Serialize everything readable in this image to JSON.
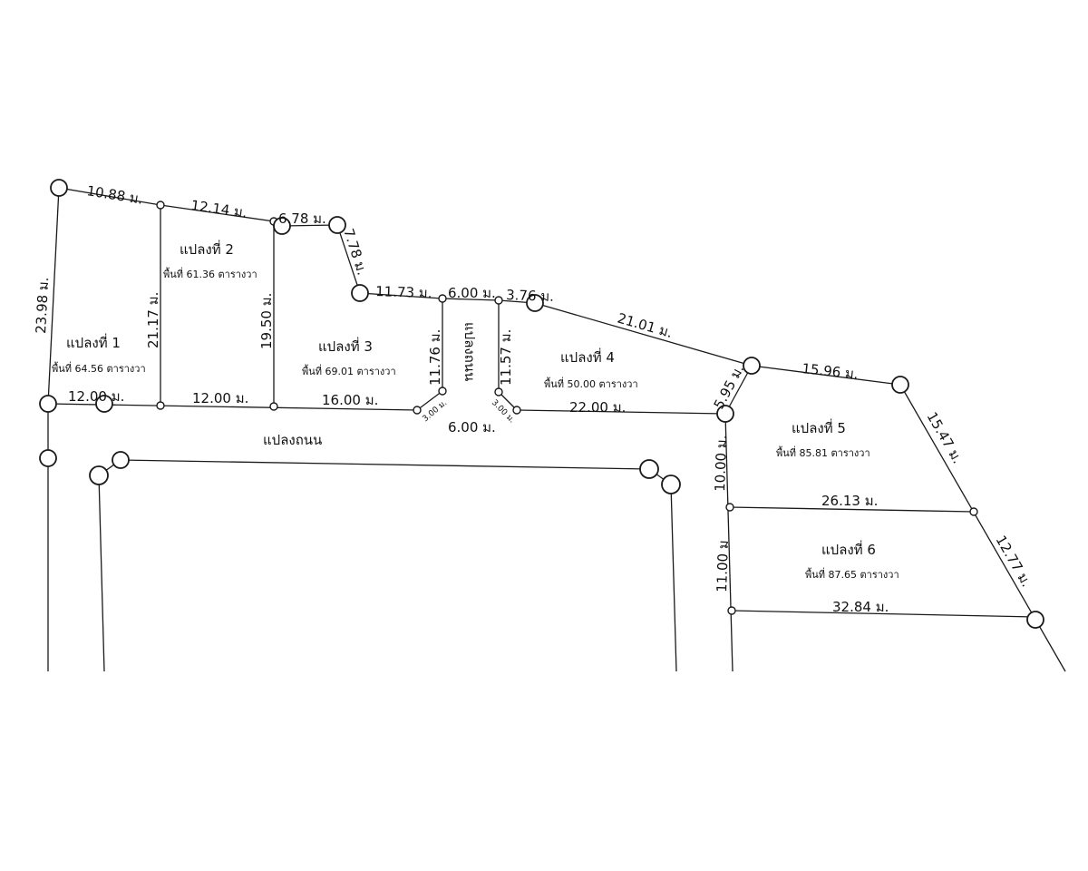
{
  "parcels": [
    {
      "label": "แปลงที่ 1",
      "area": "พื้นที่ 64.56 ตารางวา"
    },
    {
      "label": "แปลงที่ 2",
      "area": "พื้นที่ 61.36 ตารางวา"
    },
    {
      "label": "แปลงที่ 3",
      "area": "พื้นที่ 69.01 ตารางวา"
    },
    {
      "label": "แปลงที่ 4",
      "area": "พื้นที่ 50.00 ตารางวา"
    },
    {
      "label": "แปลงที่ 5",
      "area": "พื้นที่ 85.81 ตารางวา"
    },
    {
      "label": "แปลงที่ 6",
      "area": "พื้นที่ 87.65 ตารางวา"
    }
  ],
  "road_labels": {
    "main": "แปลงถนน",
    "vertical": "แปลงถนน"
  },
  "dimensions": {
    "top_1": "10.88 ม.",
    "top_2": "12.14 ม.",
    "top_3": "6.78 ม.",
    "top_4": "7.78 ม.",
    "top_5": "11.73 ม.",
    "top_6": "6.00 ม.",
    "top_7": "3.76 ม.",
    "top_8": "21.01 ม.",
    "top_9": "15.96 ม.",
    "left_side": "23.98 ม.",
    "div_1_2": "21.17 ม.",
    "div_2_3": "19.50 ม.",
    "road_left": "11.76 ม.",
    "road_right": "11.57 ม.",
    "bottom_1": "12.00 ม.",
    "bottom_2": "12.00 ม.",
    "bottom_3": "16.00 ม.",
    "corner_left": "3.00 ม.",
    "corner_right": "3.00 ม.",
    "road_width": "6.00 ม.",
    "bottom_4": "22.00 ม.",
    "p5_left_top": "5.95 ม.",
    "p5_right": "15.47 ม.",
    "p5_left": "10.00 ม.",
    "div_5_6": "26.13 ม.",
    "p6_left": "11.00 ม",
    "p6_right": "12.77 ม.",
    "p6_bottom": "32.84 ม."
  }
}
